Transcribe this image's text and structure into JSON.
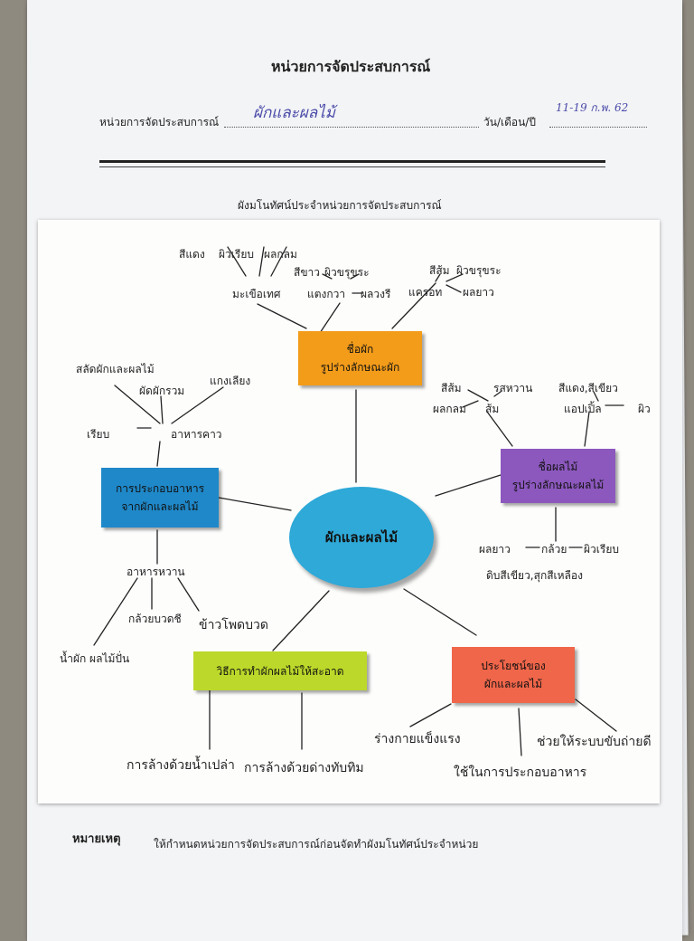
{
  "header": {
    "title": "หน่วยการจัดประสบการณ์",
    "unit_label": "หน่วยการจัดประสบการณ์",
    "unit_value": "ผักและผลไม้",
    "date_label": "วัน/เดือน/ปี",
    "date_value": "11-19 ก.พ. 62",
    "map_title": "ผังมโนทัศน์ประจำหน่วยการจัดประสบการณ์"
  },
  "mindmap": {
    "center": "ผักและผลไม้",
    "veg_box": [
      "ชื่อผัก",
      "รูปร่างลักษณะผัก"
    ],
    "fruit_box": [
      "ชื่อผลไม้",
      "รูปร่างลักษณะผลไม้"
    ],
    "cooking_box": [
      "การประกอบอาหาร",
      "จากผักและผลไม้"
    ],
    "cleaning_box": "วิธีการทำผักผลไม้ให้สะอาด",
    "benefit_box": [
      "ประโยชน์ของ",
      "ผักและผลไม้"
    ],
    "veg_labels": {
      "red": "สีแดง",
      "smooth_skin": "ผิวเรียบ",
      "round_fruit": "ผลกลม",
      "tomato": "มะเขือเทศ",
      "white": "สีขาว",
      "rough_skin_1": "ผิวขรุขระ",
      "melon": "แตงกวา",
      "long_fruit_1": "ผลวงรี",
      "orange": "สีส้ม",
      "rough_skin_2": "ผิวขรุขระ",
      "carrot": "แครอท",
      "long_fruit_2": "ผลยาว"
    },
    "fruit_labels": {
      "orange_color": "สีส้ม",
      "sweet_sour": "รสหวาน",
      "round": "ผลกลม",
      "orange_fruit": "ส้ม",
      "red_green": "สีแดง,สีเขียว",
      "apple": "แอปเปิ้ล",
      "skin": "ผิว",
      "long": "ผลยาว",
      "banana": "กล้วย",
      "smooth": "ผิวเรียบ",
      "ripeness": "ดิบสีเขียว,สุกสีเหลือง"
    },
    "cooking_labels": {
      "salad": "สลัดผักและผลไม้",
      "stir_fry": "ผัดผักรวม",
      "curry": "แกงเลียง",
      "savory": "อาหารคาว",
      "smooth_note": "เรียบ",
      "sweet": "อาหารหวาน",
      "banana_dessert": "กล้วยบวดชี",
      "corn_dessert": "ข้าวโพดบวด",
      "smoothie": "น้ำผัก ผลไม้ปั่น"
    },
    "cleaning_labels": {
      "water": "การล้างด้วยน้ำเปล่า",
      "potassium": "การล้างด้วยด่างทับทิม"
    },
    "benefit_labels": {
      "strong_body": "ร่างกายแข็งแรง",
      "cooking_use": "ใช้ในการประกอบอาหาร",
      "excretion": "ช่วยให้ระบบขับถ่ายดี"
    }
  },
  "footer": {
    "note_label": "หมายเหตุ",
    "note_text": "ให้กำหนดหน่วยการจัดประสบการณ์ก่อนจัดทำผังมโนทัศน์ประจำหน่วย"
  },
  "colors": {
    "center": "#2ea9d8",
    "veg": "#f39c1a",
    "fruit": "#8c58be",
    "cooking": "#1f88c9",
    "cleaning": "#bcd82a",
    "benefit": "#f0664a"
  }
}
